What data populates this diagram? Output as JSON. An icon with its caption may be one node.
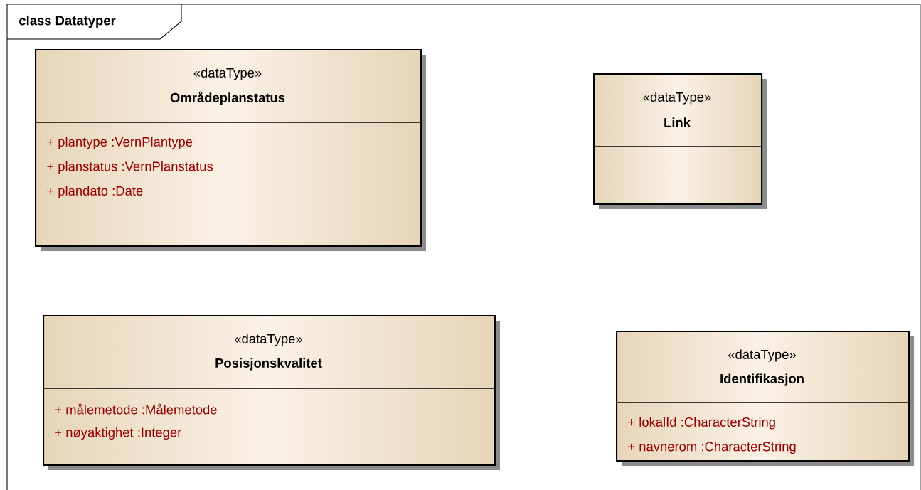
{
  "diagram": {
    "nodes": [
      {
        "text": [
          "class Datatyper"
        ]
      },
      {
        "text": [
          "«dataType»",
          "Områdeplanstatus",
          "+ plantype :VernPlantype",
          "+ planstatus :VernPlanstatus",
          "+ plandato :Date"
        ],
        "in": 0
      },
      {
        "text": [
          "«dataType»",
          "Link"
        ],
        "in": 0
      },
      {
        "text": [
          "«dataType»",
          "Posisjonskvalitet",
          "+ målemetode :Målemetode",
          "+ nøyaktighet :Integer"
        ],
        "in": 0
      },
      {
        "text": [
          "«dataType»",
          "Identifikasjon",
          "+ lokalId :CharacterString",
          "+ navnerom :CharacterString"
        ],
        "in": 0
      }
    ]
  }
}
